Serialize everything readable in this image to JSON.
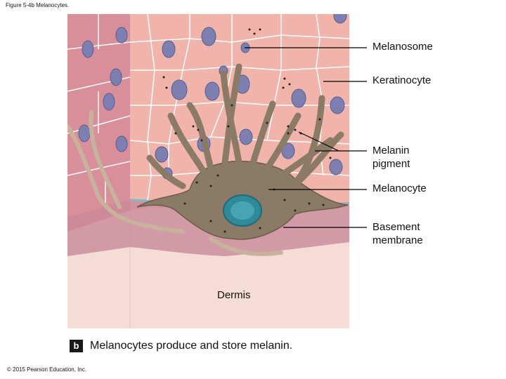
{
  "figure": {
    "title": "Figure 5-4b Melanocytes.",
    "panel_letter": "b",
    "caption": "Melanocytes produce and store melanin.",
    "copyright": "© 2015 Pearson Education, Inc."
  },
  "labels": {
    "melanosome": "Melanosome",
    "keratinocyte": "Keratinocyte",
    "melanin_pigment": "Melanin\npigment",
    "melanocyte": "Melanocyte",
    "basement_membrane": "Basement\nmembrane",
    "dermis": "Dermis"
  },
  "colors": {
    "keratinocyte_fill": "#f2b8b0",
    "cell_border": "#ffffff",
    "nucleus": "#7d7fb0",
    "melanocyte_body": "#8a7a66",
    "melanocyte_nucleus": "#2f8a99",
    "basement_membrane": "#7fb8c4",
    "dermis": "#f6dcd6",
    "melanin": "#2a2018"
  }
}
